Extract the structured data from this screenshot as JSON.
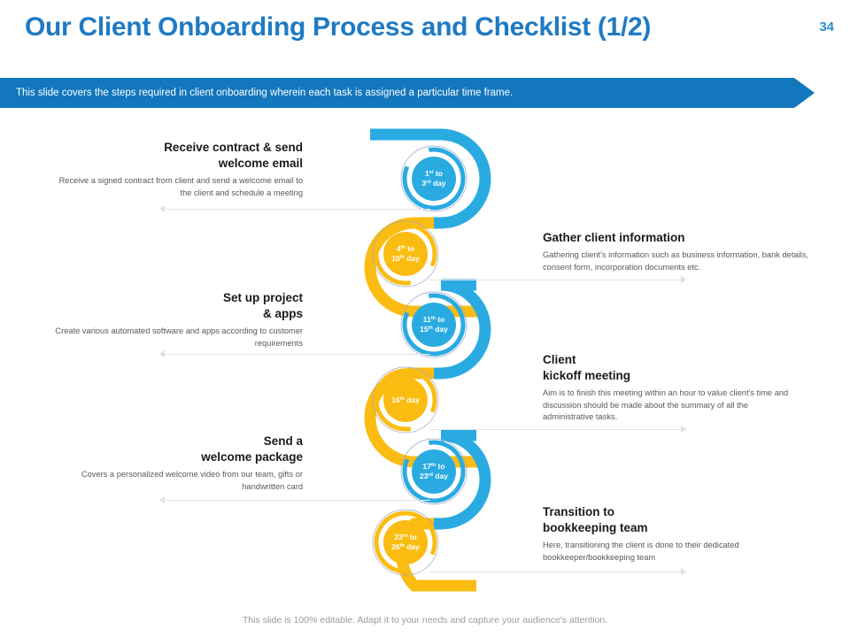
{
  "slide": {
    "title": "Our Client Onboarding Process and Checklist (1/2)",
    "page_number": "34",
    "subtitle": "This slide covers the steps required in client onboarding wherein each task is assigned a particular time frame.",
    "footer_note": "This slide is 100% editable. Adapt it to your needs and capture your audience's attention."
  },
  "colors": {
    "title_blue": "#1f7ac4",
    "banner_blue": "#1277bd",
    "step_blue": "#29abe2",
    "step_yellow": "#fbbc12",
    "body_text": "#58585a",
    "heading_text": "#1a1a1a",
    "connector_gray": "#e3e3e3",
    "footer_gray": "#9a9a9a"
  },
  "steps": [
    {
      "index": 1,
      "side": "left",
      "color": "blue",
      "badge_line1": "1st to",
      "badge_line2": "3rd day",
      "badge_l1_num": "1",
      "badge_l1_sup": "st",
      "badge_l1_rest": " to",
      "badge_l2_num": "3",
      "badge_l2_sup": "rd",
      "badge_l2_rest": " day",
      "title": "Receive contract & send\nwelcome email",
      "description": "Receive a signed contract from client and send a welcome email to the client and schedule a meeting"
    },
    {
      "index": 2,
      "side": "right",
      "color": "yellow",
      "badge_line1": "4th to",
      "badge_line2": "10th day",
      "badge_l1_num": "4",
      "badge_l1_sup": "th",
      "badge_l1_rest": " to",
      "badge_l2_num": "10",
      "badge_l2_sup": "th",
      "badge_l2_rest": " day",
      "title": "Gather client information",
      "description": "Gathering client's information such as business information, bank details, consent form, incorporation documents etc."
    },
    {
      "index": 3,
      "side": "left",
      "color": "blue",
      "badge_line1": "11th to",
      "badge_line2": "15th day",
      "badge_l1_num": "11",
      "badge_l1_sup": "th",
      "badge_l1_rest": " to",
      "badge_l2_num": "15",
      "badge_l2_sup": "th",
      "badge_l2_rest": " day",
      "title": "Set up project\n& apps",
      "description": "Create various automated software and apps according to customer requirements"
    },
    {
      "index": 4,
      "side": "right",
      "color": "yellow",
      "badge_line1": "16th day",
      "badge_line2": "",
      "badge_l1_num": "16",
      "badge_l1_sup": "th",
      "badge_l1_rest": " day",
      "badge_l2_num": "",
      "badge_l2_sup": "",
      "badge_l2_rest": "",
      "title": "Client\nkickoff meeting",
      "description": "Aim is to finish this meeting within an hour to value client's time and discussion should be made about the summary of all the administrative tasks."
    },
    {
      "index": 5,
      "side": "left",
      "color": "blue",
      "badge_line1": "17th to",
      "badge_line2": "23rd day",
      "badge_l1_num": "17",
      "badge_l1_sup": "th",
      "badge_l1_rest": " to",
      "badge_l2_num": "23",
      "badge_l2_sup": "rd",
      "badge_l2_rest": " day",
      "title": "Send a\nwelcome package",
      "description": "Covers a personalized welcome video from our team, gifts or handwritten card"
    },
    {
      "index": 6,
      "side": "right",
      "color": "yellow",
      "badge_line1": "23rd to",
      "badge_line2": "26th day",
      "badge_l1_num": "23",
      "badge_l1_sup": "rd",
      "badge_l1_rest": " to",
      "badge_l2_num": "26",
      "badge_l2_sup": "th",
      "badge_l2_rest": " day",
      "title": "Transition to\nbookkeeping team",
      "description": "Here, transitioning the client is done to their dedicated bookkeeper/bookkeeping team"
    }
  ]
}
